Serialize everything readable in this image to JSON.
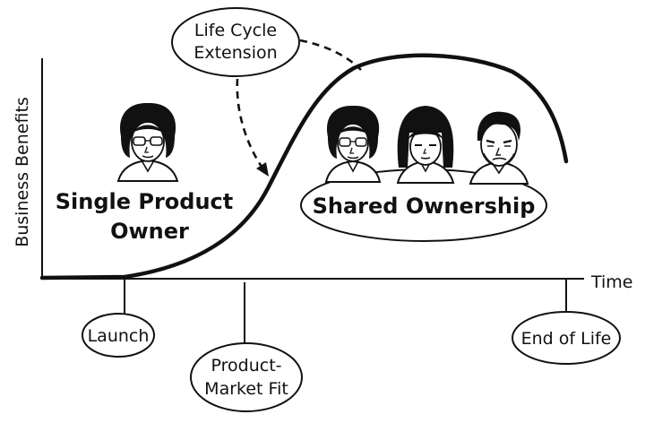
{
  "diagram": {
    "y_axis_label": "Business Benefits",
    "x_axis_label": "Time",
    "extension_bubble": {
      "line1": "Life Cycle",
      "line2": "Extension"
    },
    "milestones": {
      "launch": "Launch",
      "product_market_fit": {
        "line1": "Product-",
        "line2": "Market Fit"
      },
      "end_of_life": "End of Life"
    },
    "single_owner": {
      "line1": "Single Product",
      "line2": "Owner"
    },
    "shared": "Shared Ownership"
  },
  "colors": {
    "ink": "#111111",
    "background": "#ffffff",
    "skin": "#ffffff"
  },
  "icons": [
    "woman-glasses-portrait-icon",
    "woman-bob-hair-portrait-icon",
    "man-portrait-icon"
  ]
}
